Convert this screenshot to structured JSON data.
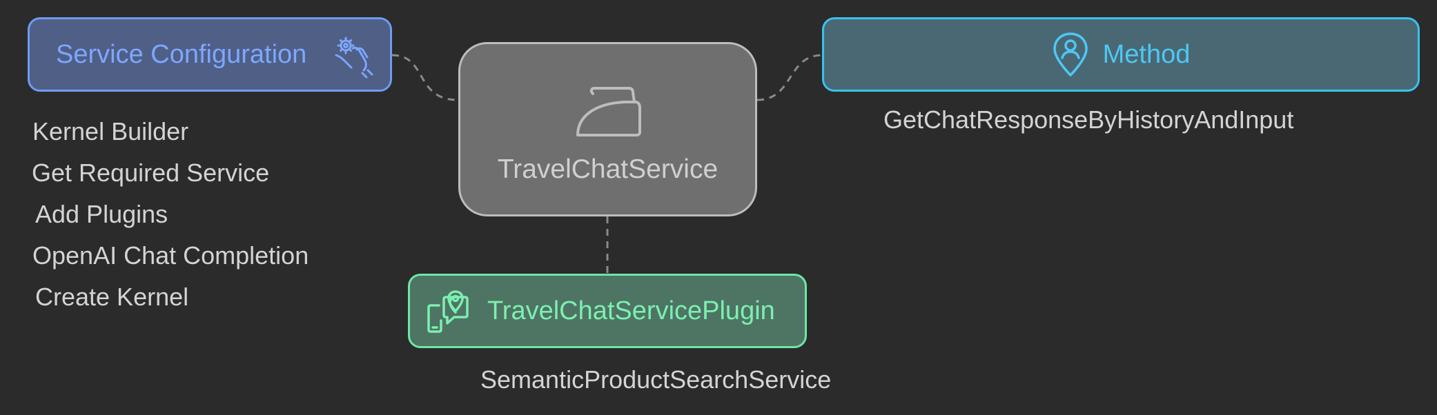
{
  "nodes": {
    "central": {
      "label": "TravelChatService",
      "icon": "iron-icon"
    },
    "config": {
      "label": "Service Configuration",
      "icon": "hand-gear-icon",
      "items": [
        "Kernel Builder",
        "Get Required Service",
        "Add Plugins",
        "OpenAI Chat Completion",
        "Create Kernel"
      ]
    },
    "method": {
      "label": "Method",
      "icon": "location-user-icon",
      "items": [
        "GetChatResponseByHistoryAndInput"
      ]
    },
    "plugin": {
      "label": "TravelChatServicePlugin",
      "icon": "device-location-icon",
      "items": [
        "SemanticProductSearchService"
      ]
    }
  },
  "colors": {
    "background": "#2b2b2b",
    "config_accent": "#6f9cf3",
    "method_accent": "#3ac2ef",
    "plugin_accent": "#6ee7a6",
    "central_border": "#bdbdbd"
  }
}
